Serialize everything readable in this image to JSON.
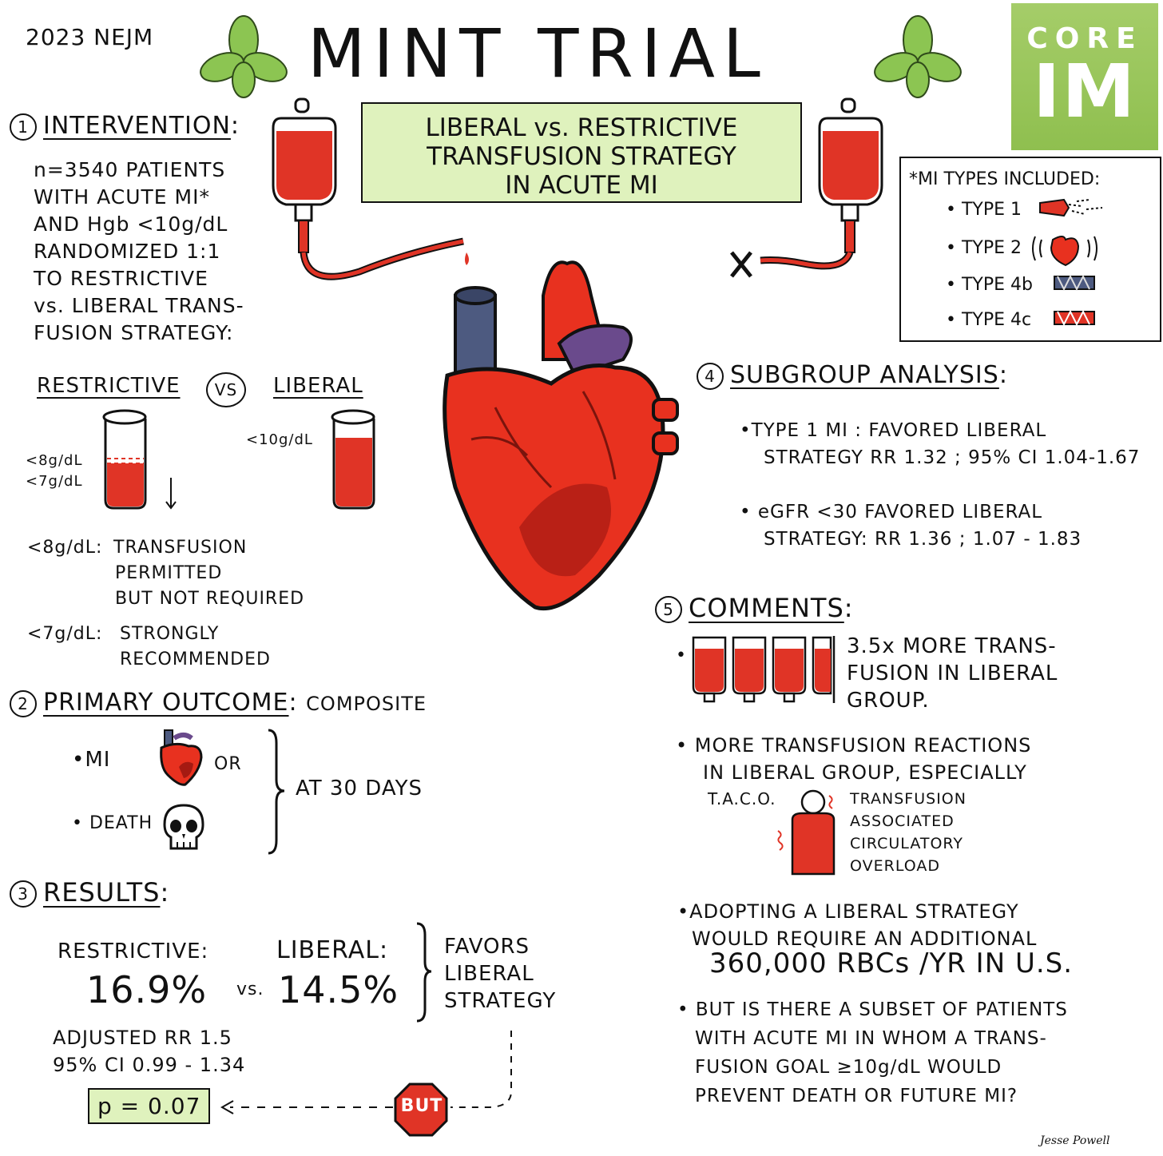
{
  "header": {
    "year_journal": "2023 NEJM",
    "title": "MINT TRIAL",
    "subtitle_lines": [
      "LIBERAL vs. RESTRICTIVE",
      "TRANSFUSION STRATEGY",
      "IN ACUTE MI"
    ],
    "logo_line1": "CORE",
    "logo_line2": "IM"
  },
  "mi_types": {
    "header": "*MI TYPES INCLUDED:",
    "items": [
      "• TYPE 1",
      "• TYPE 2",
      "• TYPE 4b",
      "• TYPE 4c"
    ]
  },
  "section1": {
    "number": "1",
    "heading": "INTERVENTION",
    "body_lines": [
      "n=3540 PATIENTS",
      "WITH ACUTE MI*",
      "AND Hgb <10g/dL",
      "RANDOMIZED 1:1",
      "TO RESTRICTIVE",
      "vs. LIBERAL TRANS-",
      "FUSION STRATEGY:"
    ],
    "restrictive_label": "RESTRICTIVE",
    "vs_label": "VS",
    "liberal_label": "LIBERAL",
    "tube_restrictive_marks": [
      "<8g/dL",
      "<7g/dL"
    ],
    "tube_liberal_mark": "<10g/dL",
    "threshold8_label": "<8g/dL:",
    "threshold8_lines": [
      "TRANSFUSION",
      "PERMITTED",
      "BUT NOT REQUIRED"
    ],
    "threshold7_label": "<7g/dL:",
    "threshold7_lines": [
      "STRONGLY",
      "RECOMMENDED"
    ]
  },
  "section2": {
    "number": "2",
    "heading": "PRIMARY OUTCOME",
    "heading_suffix": "COMPOSITE",
    "item_mi": "•MI",
    "or_label": "OR",
    "item_death": "• DEATH",
    "timeframe": "AT 30 DAYS"
  },
  "section3": {
    "number": "3",
    "heading": "RESULTS",
    "restrictive_label": "RESTRICTIVE:",
    "liberal_label": "LIBERAL:",
    "restrictive_value": "16.9%",
    "vs_label": "vs.",
    "liberal_value": "14.5%",
    "favors_lines": [
      "FAVORS",
      "LIBERAL",
      "STRATEGY"
    ],
    "adjusted_lines": [
      "ADJUSTED RR 1.5",
      "95% CI 0.99 - 1.34"
    ],
    "p_value": "p = 0.07",
    "but_label": "BUT"
  },
  "section4": {
    "number": "4",
    "heading": "SUBGROUP ANALYSIS",
    "item1_lines": [
      "•TYPE 1 MI : FAVORED LIBERAL",
      "STRATEGY  RR 1.32 ; 95% CI 1.04-1.67"
    ],
    "item2_lines": [
      "• eGFR <30 FAVORED LIBERAL",
      "STRATEGY: RR 1.36 ;  1.07 - 1.83"
    ]
  },
  "section5": {
    "number": "5",
    "heading": "COMMENTS",
    "comment1_lines": [
      "3.5x MORE TRANS-",
      "FUSION IN LIBERAL",
      "GROUP."
    ],
    "comment2_lines": [
      "• MORE TRANSFUSION REACTIONS",
      "IN LIBERAL GROUP, ESPECIALLY"
    ],
    "taco_abbrev": "T.A.C.O.",
    "taco_lines": [
      "TRANSFUSION",
      "ASSOCIATED",
      "CIRCULATORY",
      "OVERLOAD"
    ],
    "comment3_lines": [
      "•ADOPTING A LIBERAL STRATEGY",
      "WOULD REQUIRE AN ADDITIONAL"
    ],
    "comment3_big": "360,000 RBCs /YR IN U.S.",
    "comment4_lines": [
      "• BUT IS THERE A SUBSET OF PATIENTS",
      "WITH ACUTE MI IN WHOM A TRANS-",
      "FUSION GOAL ≥10g/dL WOULD",
      "PREVENT DEATH OR FUTURE MI?"
    ]
  },
  "signature": "Jesse Powell",
  "colors": {
    "blood": "#e03426",
    "heart": "#e8311f",
    "vessel_blue": "#4d5a80",
    "vessel_purple": "#6a4a8c",
    "highlight_green": "#dff2bd",
    "logo_green": "#96c454",
    "mint_leaf": "#8cc552"
  },
  "icons": [
    "mint-leaf-icon",
    "blood-bag-icon",
    "heart-icon",
    "test-tube-icon",
    "skull-icon",
    "stop-sign-icon",
    "person-icon"
  ]
}
